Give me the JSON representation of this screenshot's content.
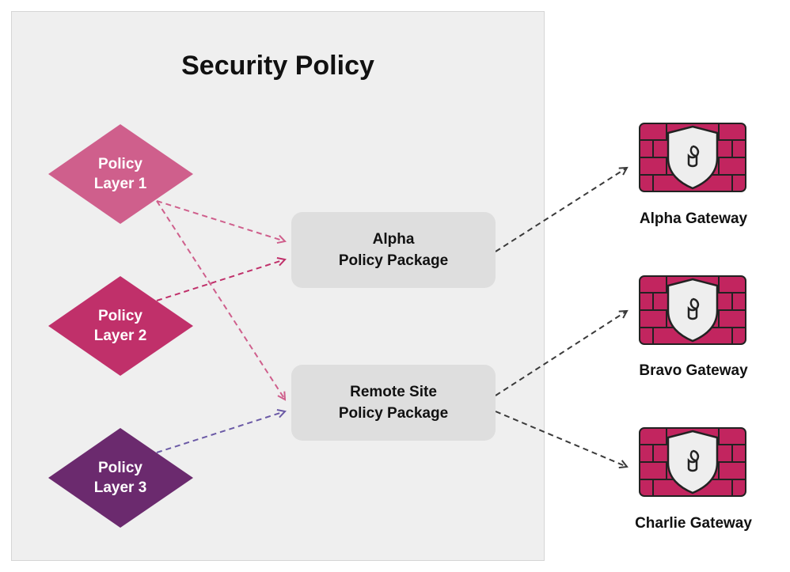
{
  "title": "Security Policy",
  "layers": [
    {
      "line1": "Policy",
      "line2": "Layer 1",
      "color": "#cf5f8c"
    },
    {
      "line1": "Policy",
      "line2": "Layer 2",
      "color": "#c0306a"
    },
    {
      "line1": "Policy",
      "line2": "Layer 3",
      "color": "#6b2a6e"
    }
  ],
  "packages": [
    {
      "line1": "Alpha",
      "line2": "Policy Package"
    },
    {
      "line1": "Remote Site",
      "line2": "Policy Package"
    }
  ],
  "gateways": [
    {
      "label": "Alpha Gateway",
      "icon": "firewall-shield-lock-icon"
    },
    {
      "label": "Bravo Gateway",
      "icon": "firewall-shield-lock-icon"
    },
    {
      "label": "Charlie Gateway",
      "icon": "firewall-shield-lock-icon"
    }
  ],
  "colors": {
    "firewall": "#c2255f",
    "connector_dark": "#3a3a3a",
    "connector_layer3": "#6b5aa6"
  }
}
